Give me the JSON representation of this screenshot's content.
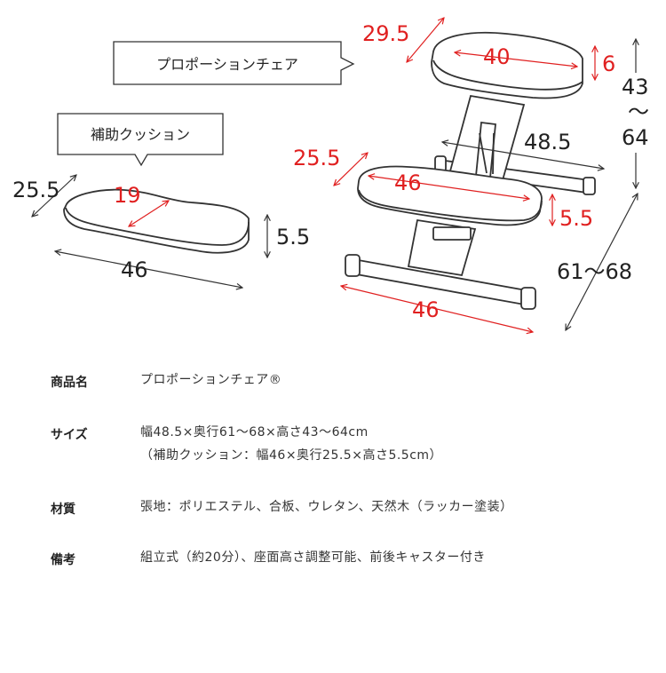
{
  "diagram": {
    "chair_callout": "プロポーションチェア",
    "cushion_callout": "補助クッション",
    "cushion_dims": {
      "depth": "25.5",
      "inner": "19",
      "height": "5.5",
      "width": "46"
    },
    "chair_dims": {
      "seat_depth": "29.5",
      "seat_width": "40",
      "seat_thickness": "6",
      "height_min": "43",
      "height_tilde": "～",
      "height_max": "64",
      "overall_depth": "48.5",
      "knee_depth": "25.5",
      "knee_width": "46",
      "knee_thickness": "5.5",
      "base_width": "46",
      "length_range": "61～68"
    }
  },
  "specs": [
    {
      "label": "商品名",
      "lines": [
        "プロポーションチェア®"
      ]
    },
    {
      "label": "サイズ",
      "lines": [
        "幅48.5×奥行61～68×高さ43～64cm",
        "（補助クッション：幅46×奥行25.5×高さ5.5cm）"
      ]
    },
    {
      "label": "材質",
      "lines": [
        "張地：ポリエステル、合板、ウレタン、天然木（ラッカー塗装）"
      ]
    },
    {
      "label": "備考",
      "lines": [
        "組立式（約20分）、座面高さ調整可能、前後キャスター付き"
      ]
    }
  ]
}
